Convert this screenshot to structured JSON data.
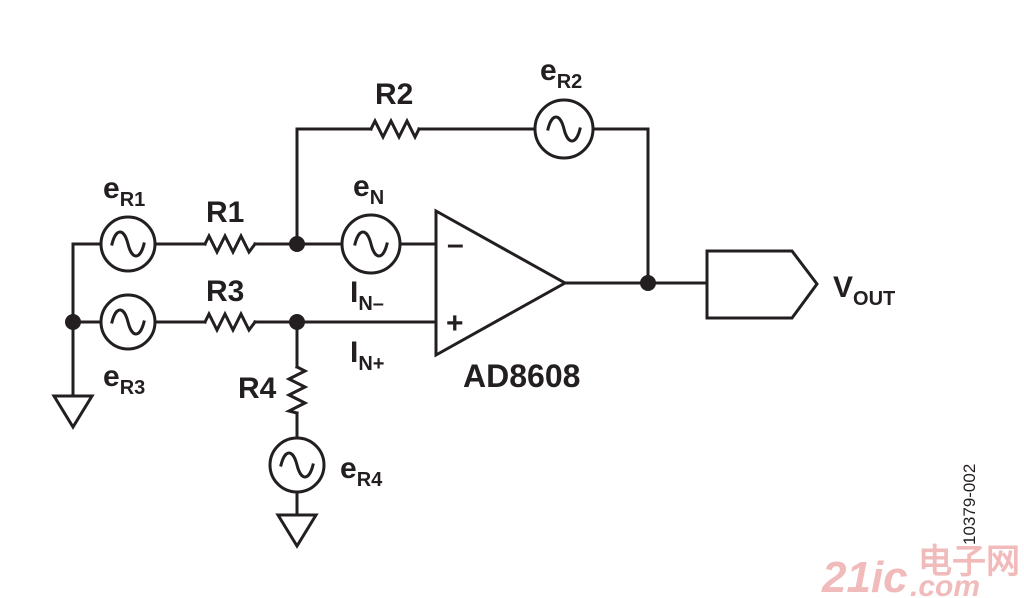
{
  "labels": {
    "e_r1": {
      "main": "e",
      "sub": "R1"
    },
    "e_r2": {
      "main": "e",
      "sub": "R2"
    },
    "e_r3": {
      "main": "e",
      "sub": "R3"
    },
    "e_r4": {
      "main": "e",
      "sub": "R4"
    },
    "e_n": {
      "main": "e",
      "sub": "N"
    },
    "i_n_minus": {
      "main": "I",
      "sub": "N–"
    },
    "i_n_plus": {
      "main": "I",
      "sub": "N+"
    },
    "v_out": {
      "main": "V",
      "sub": "OUT"
    },
    "r1": "R1",
    "r2": "R2",
    "r3": "R3",
    "r4": "R4",
    "inv_input": "–",
    "noninv_input": "+",
    "part_number": "AD8608",
    "figure_id": "10379-002"
  },
  "watermark": {
    "number": "21ic",
    "text": "电子网",
    "domain": ".com",
    "color": "#f0b0b0"
  },
  "colors": {
    "ink": "#231f20",
    "background": "#ffffff"
  }
}
